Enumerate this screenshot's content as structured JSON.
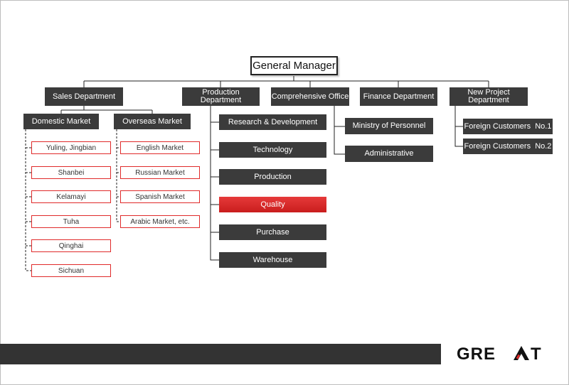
{
  "general_manager": "General Manager",
  "departments": {
    "sales": "Sales Department",
    "production": "Production Department",
    "comprehensive": "Comprehensive Office",
    "finance": "Finance Department",
    "new_project": "New Project Department"
  },
  "sales": {
    "domestic": "Domestic Market",
    "overseas": "Overseas Market",
    "domestic_items": [
      "Yuling, Jingbian",
      "Shanbei",
      "Kelamayi",
      "Tuha",
      "Qinghai",
      "Sichuan"
    ],
    "overseas_items": [
      "English Market",
      "Russian Market",
      "Spanish Market",
      "Arabic Market, etc."
    ]
  },
  "production_items": [
    "Research & Development",
    "Technology",
    "Production",
    "Quality",
    "Purchase",
    "Warehouse"
  ],
  "comprehensive_items": [
    "Ministry of Personnel",
    "Administrative"
  ],
  "new_project_items": [
    "Foreign Customers  No.1",
    "Foreign Customers  No.2"
  ],
  "brand": {
    "logo_text": "GREAT",
    "accent": "#e02a2a",
    "dark": "#3b3b3b"
  }
}
